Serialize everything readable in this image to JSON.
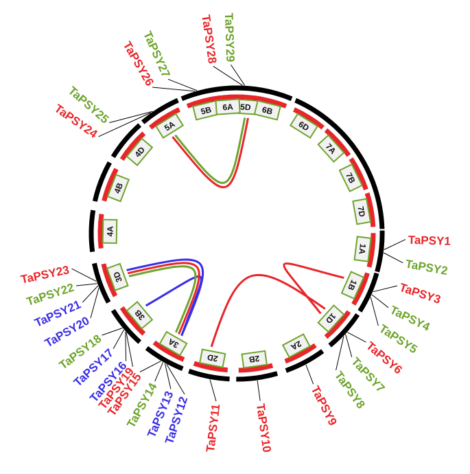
{
  "colors": {
    "red": "#e8262a",
    "green": "#6ea42c",
    "blue": "#3a2ee6",
    "black": "#000000",
    "box_fill": "#f2f2f2"
  },
  "chromosomes": [
    {
      "id": "1A"
    },
    {
      "id": "1B"
    },
    {
      "id": "1D"
    },
    {
      "id": "2A"
    },
    {
      "id": "2B"
    },
    {
      "id": "2D"
    },
    {
      "id": "3A"
    },
    {
      "id": "3B"
    },
    {
      "id": "3D"
    },
    {
      "id": "4A"
    },
    {
      "id": "4B"
    },
    {
      "id": "4D"
    },
    {
      "id": "5A"
    },
    {
      "id": "5B"
    },
    {
      "id": "5D"
    },
    {
      "id": "6A"
    },
    {
      "id": "6B"
    },
    {
      "id": "6D"
    },
    {
      "id": "7A"
    },
    {
      "id": "7B"
    },
    {
      "id": "7D"
    }
  ],
  "genes": [
    {
      "name": "TaPSY1",
      "color": "red",
      "chromosome": "1A"
    },
    {
      "name": "TaPSY2",
      "color": "green",
      "chromosome": "1A"
    },
    {
      "name": "TaPSY3",
      "color": "red",
      "chromosome": "1B"
    },
    {
      "name": "TaPSY4",
      "color": "green",
      "chromosome": "1B"
    },
    {
      "name": "TaPSY5",
      "color": "green",
      "chromosome": "1B"
    },
    {
      "name": "TaPSY6",
      "color": "red",
      "chromosome": "1D"
    },
    {
      "name": "TaPSY7",
      "color": "green",
      "chromosome": "1D"
    },
    {
      "name": "TaPSY8",
      "color": "green",
      "chromosome": "1D"
    },
    {
      "name": "TaPSY9",
      "color": "red",
      "chromosome": "2A"
    },
    {
      "name": "TaPSY10",
      "color": "red",
      "chromosome": "2B"
    },
    {
      "name": "TaPSY11",
      "color": "red",
      "chromosome": "2D"
    },
    {
      "name": "TaPSY12",
      "color": "blue",
      "chromosome": "3A"
    },
    {
      "name": "TaPSY13",
      "color": "blue",
      "chromosome": "3A"
    },
    {
      "name": "TaPSY14",
      "color": "green",
      "chromosome": "3A"
    },
    {
      "name": "TaPSY15",
      "color": "red",
      "chromosome": "3A"
    },
    {
      "name": "TaPSY16",
      "color": "blue",
      "chromosome": "3B"
    },
    {
      "name": "TaPSY17",
      "color": "blue",
      "chromosome": "3B"
    },
    {
      "name": "TaPSY18",
      "color": "green",
      "chromosome": "3B"
    },
    {
      "name": "TaPSY19",
      "color": "red",
      "chromosome": "3B"
    },
    {
      "name": "TaPSY20",
      "color": "blue",
      "chromosome": "3D"
    },
    {
      "name": "TaPSY21",
      "color": "blue",
      "chromosome": "3D"
    },
    {
      "name": "TaPSY22",
      "color": "green",
      "chromosome": "3D"
    },
    {
      "name": "TaPSY23",
      "color": "red",
      "chromosome": "3D"
    },
    {
      "name": "TaPSY24",
      "color": "red",
      "chromosome": "5A"
    },
    {
      "name": "TaPSY25",
      "color": "green",
      "chromosome": "5A"
    },
    {
      "name": "TaPSY26",
      "color": "red",
      "chromosome": "5B"
    },
    {
      "name": "TaPSY27",
      "color": "green",
      "chromosome": "5B"
    },
    {
      "name": "TaPSY28",
      "color": "red",
      "chromosome": "5D"
    },
    {
      "name": "TaPSY29",
      "color": "green",
      "chromosome": "5D"
    }
  ],
  "links": [
    {
      "from": "3A",
      "to": "3B",
      "color": "blue"
    },
    {
      "from": "3A",
      "to": "3D",
      "color": "blue"
    },
    {
      "from": "3A",
      "to": "3D",
      "color": "red"
    },
    {
      "from": "3A",
      "to": "3D",
      "color": "green"
    },
    {
      "from": "1B",
      "to": "1D",
      "color": "red"
    },
    {
      "from": "1D",
      "to": "2D",
      "color": "red"
    },
    {
      "from": "5A",
      "to": "5D",
      "color": "red"
    },
    {
      "from": "5A",
      "to": "5D",
      "color": "green"
    }
  ]
}
